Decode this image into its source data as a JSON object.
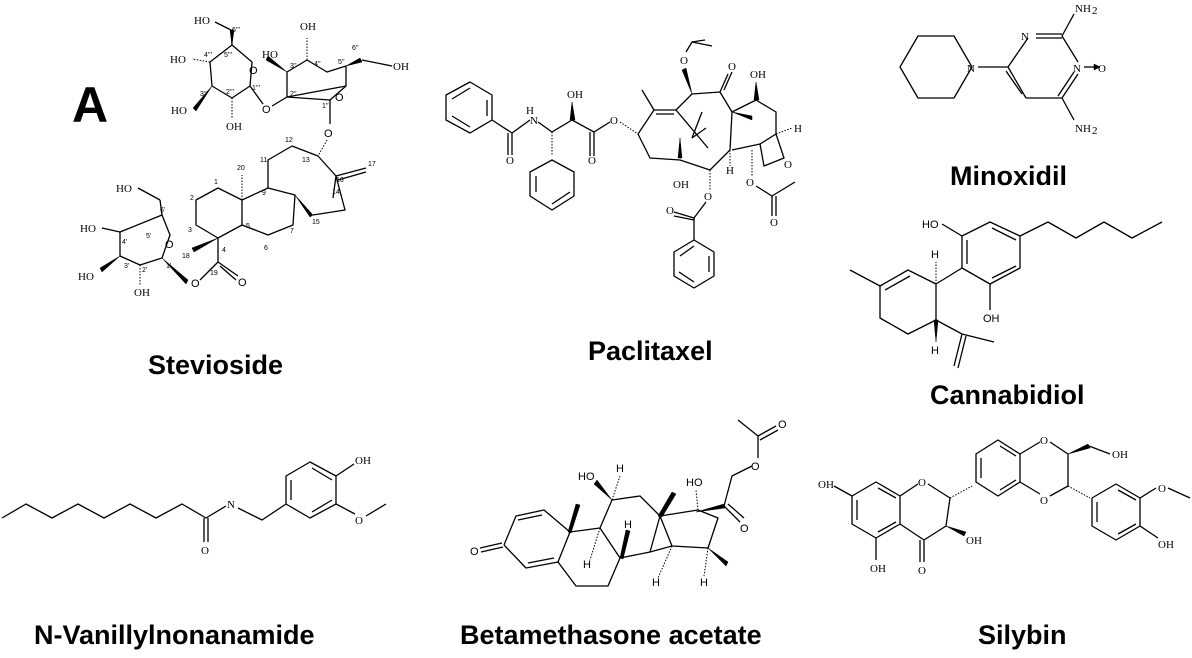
{
  "figure": {
    "panel_label": "A",
    "background": "#ffffff",
    "text_color": "#000000"
  },
  "compounds": [
    {
      "name": "Stevioside",
      "atom_labels": [
        "HO",
        "HO",
        "HO",
        "OH",
        "O",
        "O",
        "OH",
        "HO",
        "OH",
        "O",
        "O",
        "HO",
        "HO",
        "HO",
        "OH",
        "O",
        "O",
        "O",
        "20",
        "11",
        "12",
        "13",
        "16",
        "17",
        "1",
        "9",
        "2",
        "14",
        "15",
        "3",
        "5",
        "7",
        "4",
        "6",
        "18",
        "19",
        "6'",
        "4'",
        "5'",
        "3'",
        "2'",
        "1'",
        "6''",
        "5''",
        "4''",
        "3''",
        "2''",
        "1''",
        "6'''",
        "5'''",
        "4'''",
        "3'''",
        "2'''",
        "1'''"
      ]
    },
    {
      "name": "Paclitaxel",
      "atom_labels": [
        "O",
        "O",
        "O",
        "OH",
        "OH",
        "H",
        "H",
        "O",
        "O",
        "O",
        "OH",
        "O",
        "O",
        "H",
        "O",
        "O",
        "O"
      ]
    },
    {
      "name": "Minoxidil",
      "atom_labels": [
        "NH2",
        "N",
        "N",
        "N",
        "O",
        "NH2"
      ]
    },
    {
      "name": "Cannabidiol",
      "atom_labels": [
        "HO",
        "H",
        "OH",
        "H"
      ]
    },
    {
      "name": "N-Vanillylnonanamide",
      "atom_labels": [
        "N",
        "O",
        "OH",
        "O"
      ]
    },
    {
      "name": "Betamethasone acetate",
      "atom_labels": [
        "O",
        "O",
        "HO",
        "H",
        "HO",
        "O",
        "H",
        "H",
        "H",
        "H"
      ]
    },
    {
      "name": "Silybin",
      "atom_labels": [
        "O",
        "OH",
        "OH",
        "O",
        "O",
        "O",
        "OH",
        "OH",
        "O",
        "OH",
        "OH"
      ]
    }
  ],
  "labels": {
    "stevioside": "Stevioside",
    "paclitaxel": "Paclitaxel",
    "minoxidil": "Minoxidil",
    "cannabidiol": "Cannabidiol",
    "vanillyl": "N-Vanillylnonanamide",
    "betamethasone": "Betamethasone acetate",
    "silybin": "Silybin"
  },
  "atoms": {
    "HO": "HO",
    "OH": "OH",
    "O": "O",
    "N": "N",
    "H": "H",
    "NH2": "NH",
    "sub2": "2"
  }
}
